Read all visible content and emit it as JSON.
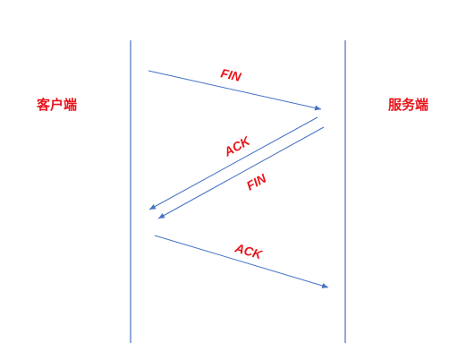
{
  "participants": {
    "client": "客户端",
    "server": "服务端"
  },
  "messages": [
    {
      "label": "FIN",
      "from": "client",
      "to": "server"
    },
    {
      "label": "ACK",
      "from": "server",
      "to": "client"
    },
    {
      "label": "FIN",
      "from": "server",
      "to": "client"
    },
    {
      "label": "ACK",
      "from": "client",
      "to": "server"
    }
  ],
  "colors": {
    "line": "#4472c4",
    "label": "#e8141a"
  }
}
